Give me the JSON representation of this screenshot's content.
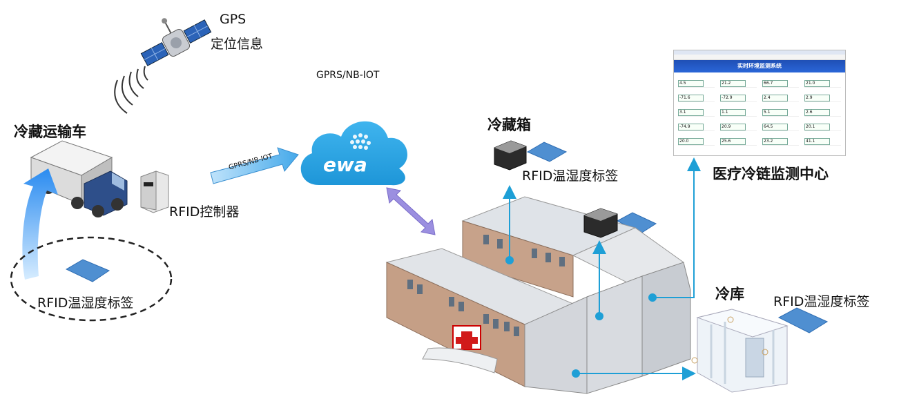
{
  "labels": {
    "gps": "GPS",
    "gps_info": "定位信息",
    "gprs_top": "GPRS/NB-IOT",
    "gprs_arrow": "GPRS/NB-IOT",
    "truck": "冷藏运输车",
    "rfid_controller": "RFID控制器",
    "rfid_tag_truck": "RFID温湿度标签",
    "fridge_box": "冷藏箱",
    "rfid_tag_box": "RFID温湿度标签",
    "monitor_center": "医疗冷链监测中心",
    "cold_storage": "冷库",
    "rfid_tag_storage": "RFID温湿度标签",
    "cloud_brand": "ewa",
    "monitor_title": "实时环境监测系统"
  },
  "monitor_readings": [
    "4.5",
    "21.2",
    "66.7",
    "21.0",
    "-71.6",
    "-72.9",
    "2.4",
    "2.9",
    "3.1",
    "1.1",
    "5.1",
    "2.6",
    "-74.9",
    "20.9",
    "64.5",
    "20.1",
    "20.0",
    "25.6",
    "23.2",
    "41.1"
  ],
  "colors": {
    "accent_blue": "#1e9fd6",
    "arrow_purple": "#9b8fe0",
    "cloud": "#2fa8e3",
    "dashed": "#222222"
  }
}
